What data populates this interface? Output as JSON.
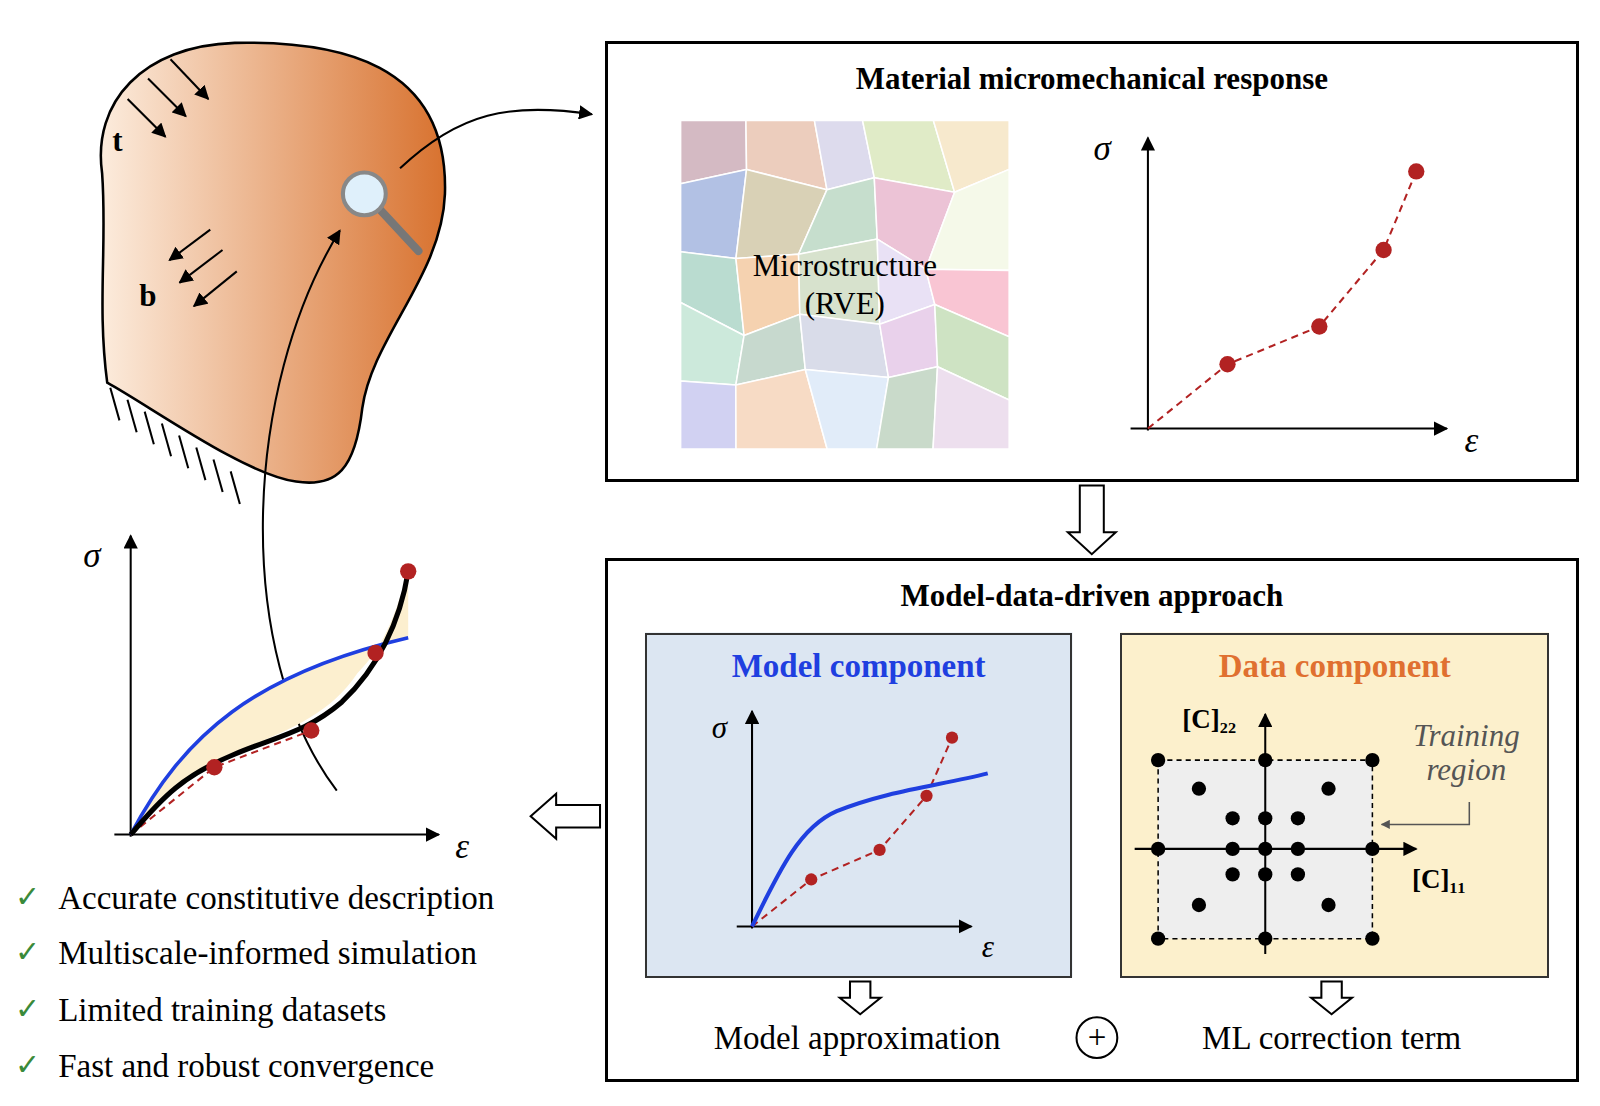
{
  "diagram": {
    "nodes": [
      {
        "text": [
          "Material micromechanical response"
        ]
      },
      {
        "text": [
          "Microstructure (RVE)"
        ],
        "in": 0
      },
      {
        "text": [
          "Model-data-driven approach"
        ]
      },
      {
        "text": [
          "Model component"
        ],
        "in": 2
      },
      {
        "text": [
          "Data component"
        ],
        "in": 2
      }
    ],
    "edges": [
      {
        "from": 0,
        "to": 2,
        "arrow": "to"
      }
    ],
    "labels": [
      "t",
      "b",
      "σ",
      "ε",
      "σ",
      "ε",
      "[C]₂₂",
      "Training region",
      "[C]₁₁",
      "Model approximation",
      "+",
      "ML correction term",
      "σ",
      "ε",
      "✓",
      "Accurate constitutive description",
      "✓",
      "Multiscale-informed simulation",
      "✓",
      "Limited training datasets",
      "✓",
      "Fast and robust convergence"
    ]
  }
}
